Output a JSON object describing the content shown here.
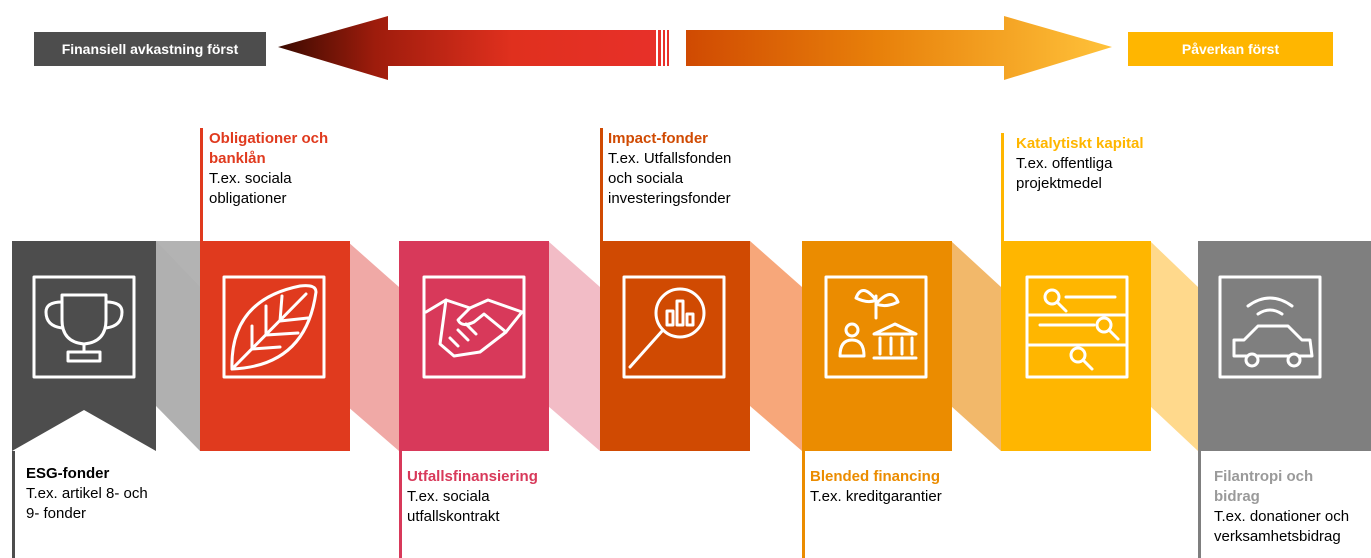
{
  "header": {
    "left_label": "Finansiell avkastning först",
    "right_label": "Påverkan först"
  },
  "colors": {
    "esg": "#4d4d4d",
    "obligationer": "#e03a1e",
    "utfall": "#d8395a",
    "impact": "#d04a02",
    "blended": "#eb8c00",
    "katalytiskt": "#ffb600",
    "filantropi": "#7f7f7f"
  },
  "stages": [
    {
      "id": "esg",
      "title": "ESG-fonder",
      "subtitle": "T.ex. artikel 8- och\n9- fonder",
      "icon": "trophy-icon"
    },
    {
      "id": "obligationer",
      "title": "Obligationer och\nbanklån",
      "subtitle": "T.ex. sociala\nobligationer",
      "icon": "leaf-icon"
    },
    {
      "id": "utfall",
      "title": "Utfallsfinansiering",
      "subtitle": "T.ex. sociala\nutfallskontrakt",
      "icon": "handshake-icon"
    },
    {
      "id": "impact",
      "title": "Impact-fonder",
      "subtitle": "T.ex. Utfallsfonden\noch sociala\ninvesteringsfonder",
      "icon": "magnifier-chart-icon"
    },
    {
      "id": "blended",
      "title": "Blended financing",
      "subtitle": "T.ex. kreditgarantier",
      "icon": "plant-person-bank-icon"
    },
    {
      "id": "katalytiskt",
      "title": "Katalytiskt kapital",
      "subtitle": "T.ex. offentliga\nprojektmedel",
      "icon": "sliders-search-icon"
    },
    {
      "id": "filantropi",
      "title": "Filantropi och\nbidrag",
      "subtitle": "T.ex. donationer och\nverksamhetsbidrag",
      "icon": "car-signal-icon"
    }
  ]
}
